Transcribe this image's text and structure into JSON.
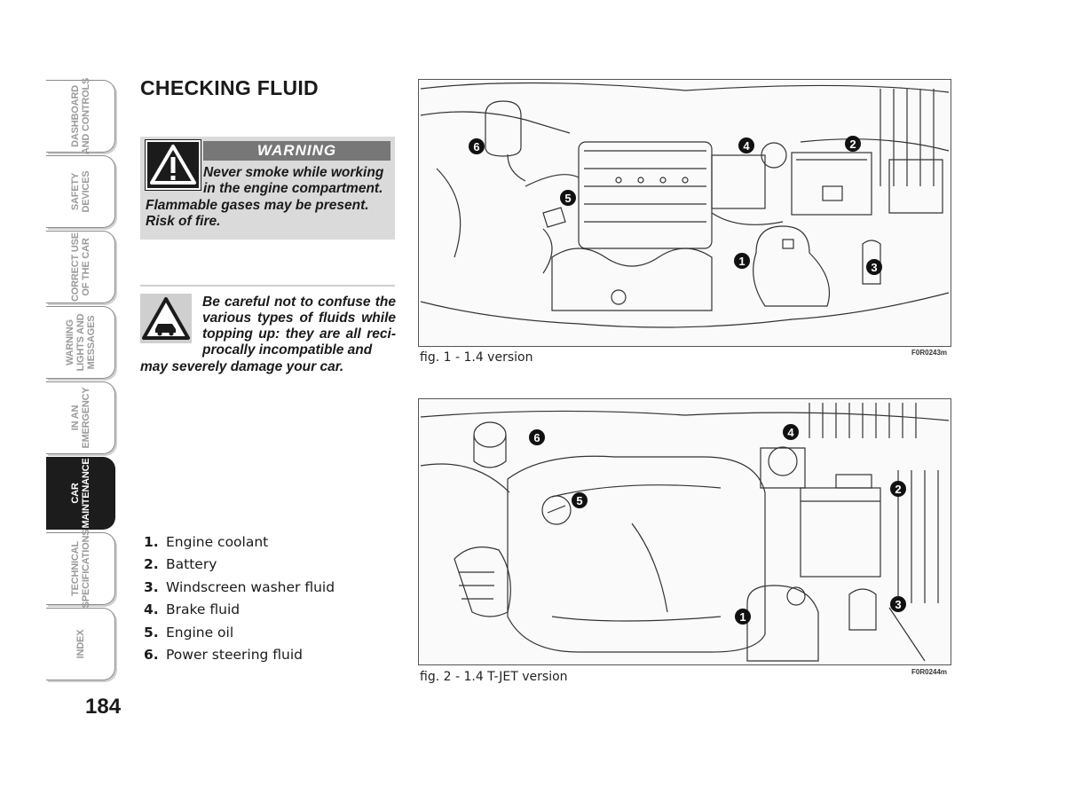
{
  "side_tabs": [
    {
      "label": "DASHBOARD\nAND CONTROLS",
      "active": false
    },
    {
      "label": "SAFETY\nDEVICES",
      "active": false
    },
    {
      "label": "CORRECT USE\nOF THE CAR",
      "active": false
    },
    {
      "label": "WARNING\nLIGHTS AND\nMESSAGES",
      "active": false
    },
    {
      "label": "IN AN\nEMERGENCY",
      "active": false
    },
    {
      "label": "CAR\nMAINTENANCE",
      "active": true
    },
    {
      "label": "TECHNICAL\nSPECIFICATIONS",
      "active": false
    },
    {
      "label": "INDEX",
      "active": false
    }
  ],
  "page_number": "184",
  "title": "CHECKING FLUID",
  "warning": {
    "header": "WARNING",
    "text_line_block": "Never smoke while working in the engine compartment.",
    "text_continued": "Flammable gases may be present. Risk of fire."
  },
  "caution": {
    "text_block": "Be careful not to confuse the various types of fluids while topping up: they are all reci-procally incompatible and",
    "text_continued": "may severely damage your car."
  },
  "legend": [
    {
      "num": "1.",
      "label": "Engine coolant"
    },
    {
      "num": "2.",
      "label": "Battery"
    },
    {
      "num": "3.",
      "label": "Windscreen washer fluid"
    },
    {
      "num": "4.",
      "label": "Brake fluid"
    },
    {
      "num": "5.",
      "label": "Engine oil"
    },
    {
      "num": "6.",
      "label": "Power steering fluid"
    }
  ],
  "figures": [
    {
      "caption": "fig. 1 - 1.4 version",
      "code": "F0R0243m",
      "markers": [
        "1",
        "2",
        "3",
        "4",
        "5",
        "6"
      ]
    },
    {
      "caption": "fig. 2 - 1.4 T-JET version",
      "code": "F0R0244m",
      "markers": [
        "1",
        "2",
        "3",
        "4",
        "5",
        "6"
      ]
    }
  ],
  "colors": {
    "tab_active": "#1c1c1c",
    "warning_header": "#777777",
    "box_bg": "#dadada"
  }
}
